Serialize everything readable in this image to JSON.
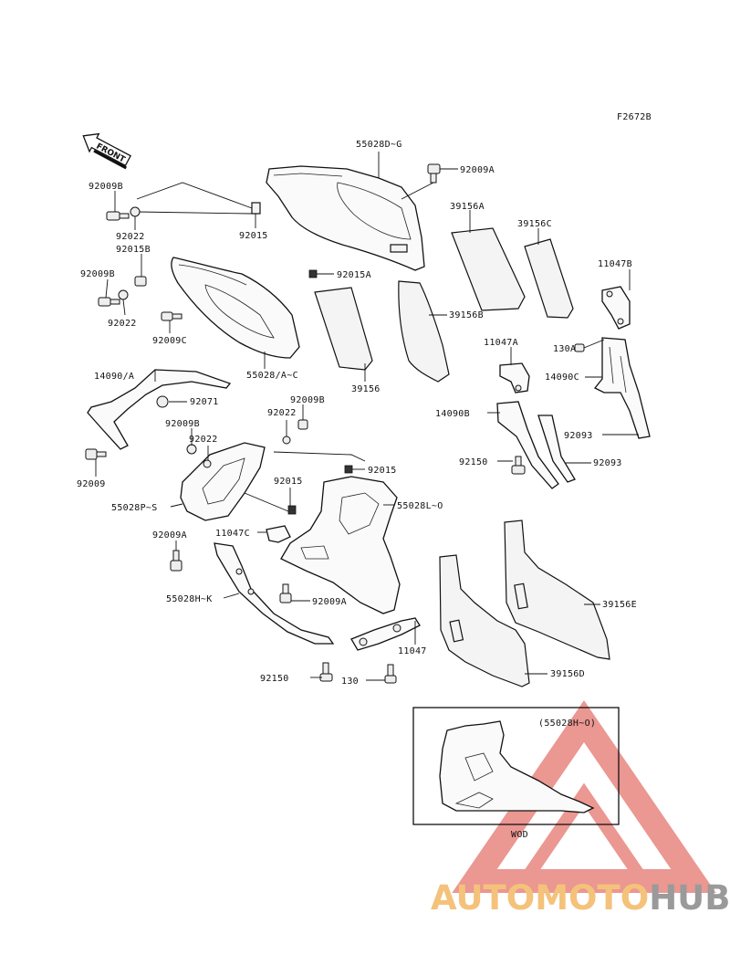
{
  "figure_code": "F2672B",
  "front_label": "FRONT",
  "inset_label": "(55028H~O)",
  "inset_sublabel": "WOD",
  "watermark": {
    "part1": "AUTOMOTO",
    "part2": "HUB",
    "color1": "#f4c27a",
    "color2": "#9a9a9a",
    "triangle_color": "#e0443c"
  },
  "labels": {
    "l_92009B_a": "92009B",
    "l_92022_a": "92022",
    "l_92015B": "92015B",
    "l_92009B_b": "92009B",
    "l_92022_b": "92022",
    "l_92009C": "92009C",
    "l_55028A_C": "55028/A~C",
    "l_92015_a": "92015",
    "l_55028D_G": "55028D~G",
    "l_92009A_a": "92009A",
    "l_92015A": "92015A",
    "l_39156A": "39156A",
    "l_39156C": "39156C",
    "l_39156B": "39156B",
    "l_39156": "39156",
    "l_11047B": "11047B",
    "l_130A": "130A",
    "l_14090C": "14090C",
    "l_11047A": "11047A",
    "l_14090B": "14090B",
    "l_92093_a": "92093",
    "l_92093_b": "92093",
    "l_92150_a": "92150",
    "l_14090A": "14090/A",
    "l_92071": "92071",
    "l_92009": "92009",
    "l_92009B_c": "92009B",
    "l_92022_c": "92022",
    "l_92009B_d": "92009B",
    "l_92022_d": "92022",
    "l_92015_b": "92015",
    "l_92015_c": "92015",
    "l_55028P_S": "55028P~S",
    "l_55028L_O": "55028L~O",
    "l_92009A_b": "92009A",
    "l_11047C": "11047C",
    "l_55028H_K": "55028H~K",
    "l_92009A_c": "92009A",
    "l_11047": "11047",
    "l_92150_b": "92150",
    "l_130": "130",
    "l_39156E": "39156E",
    "l_39156D": "39156D"
  }
}
